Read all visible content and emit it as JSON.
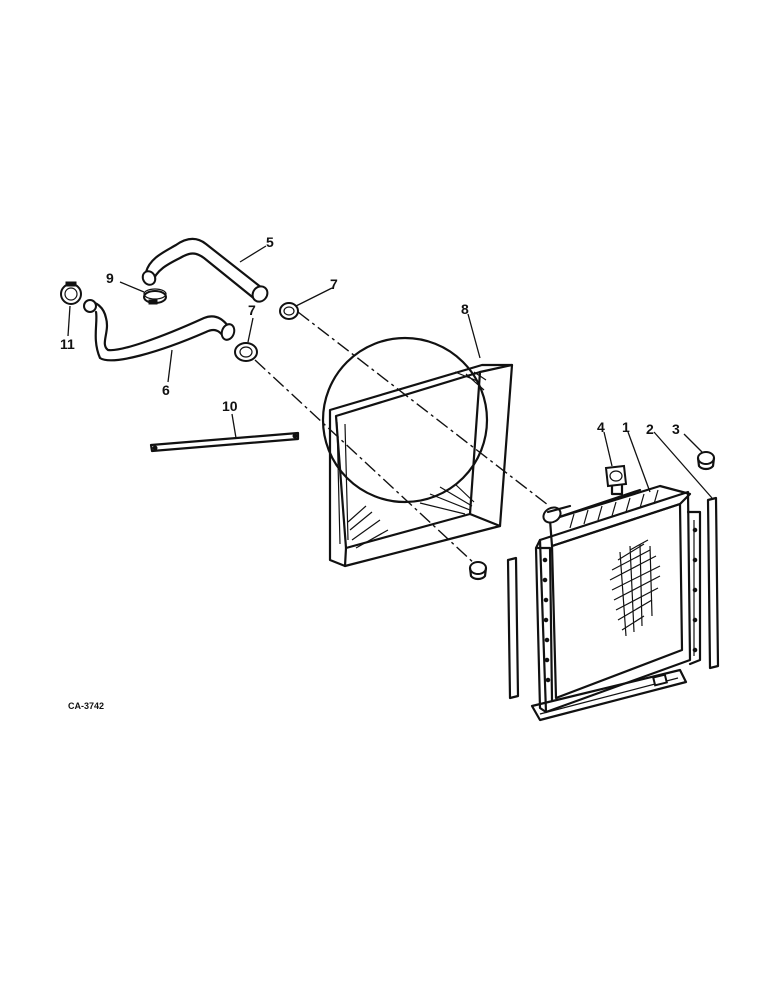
{
  "callouts": {
    "c1": "1",
    "c2": "2",
    "c3": "3",
    "c4": "4",
    "c5": "5",
    "c6": "6",
    "c7a": "7",
    "c7b": "7",
    "c8": "8",
    "c9": "9",
    "c10": "10",
    "c11": "11"
  },
  "drawing_code": "CA-3742"
}
